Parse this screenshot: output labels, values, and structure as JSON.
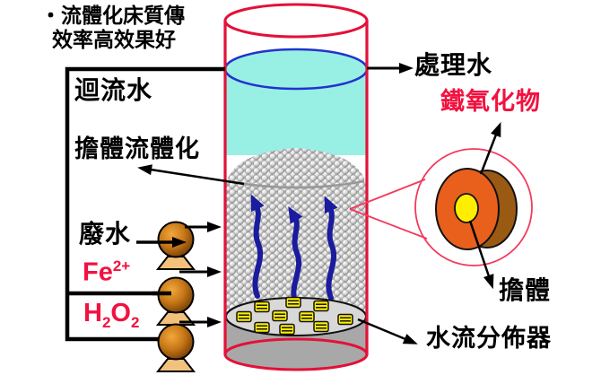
{
  "title": {
    "line1": "・流體化床質傳",
    "line2": "效率高效果好"
  },
  "labels": {
    "recirculated_water": "迴流水",
    "carrier_fluidization": "擔體流體化",
    "wastewater": "廢水",
    "fe": {
      "base": "Fe",
      "sup": "2+"
    },
    "h2o2": {
      "h": "H",
      "sub1": "2",
      "o": "O",
      "sub2": "2"
    },
    "treated_water": "處理水",
    "iron_oxide": "鐵氧化物",
    "carrier": "擔體",
    "water_distributor": "水流分佈器"
  },
  "colors": {
    "reactor_red": "#e31138",
    "label_red": "#f01240",
    "callout_pink": "#f23a5e",
    "water_cyan": "#98efe4",
    "water_blue": "#2233cc",
    "flow_navy": "#1b1b9e",
    "bed_gray": "#c2c2c2",
    "plate_gray": "#d8d8d8",
    "bottom_gray": "#a8a8a8",
    "particle_orange": "#e8601c",
    "particle_brown": "#9a5a14",
    "nozzle_yellow": "#ffee00",
    "pump_base_tan": "#f2c27d",
    "pipe_black": "#000000"
  }
}
